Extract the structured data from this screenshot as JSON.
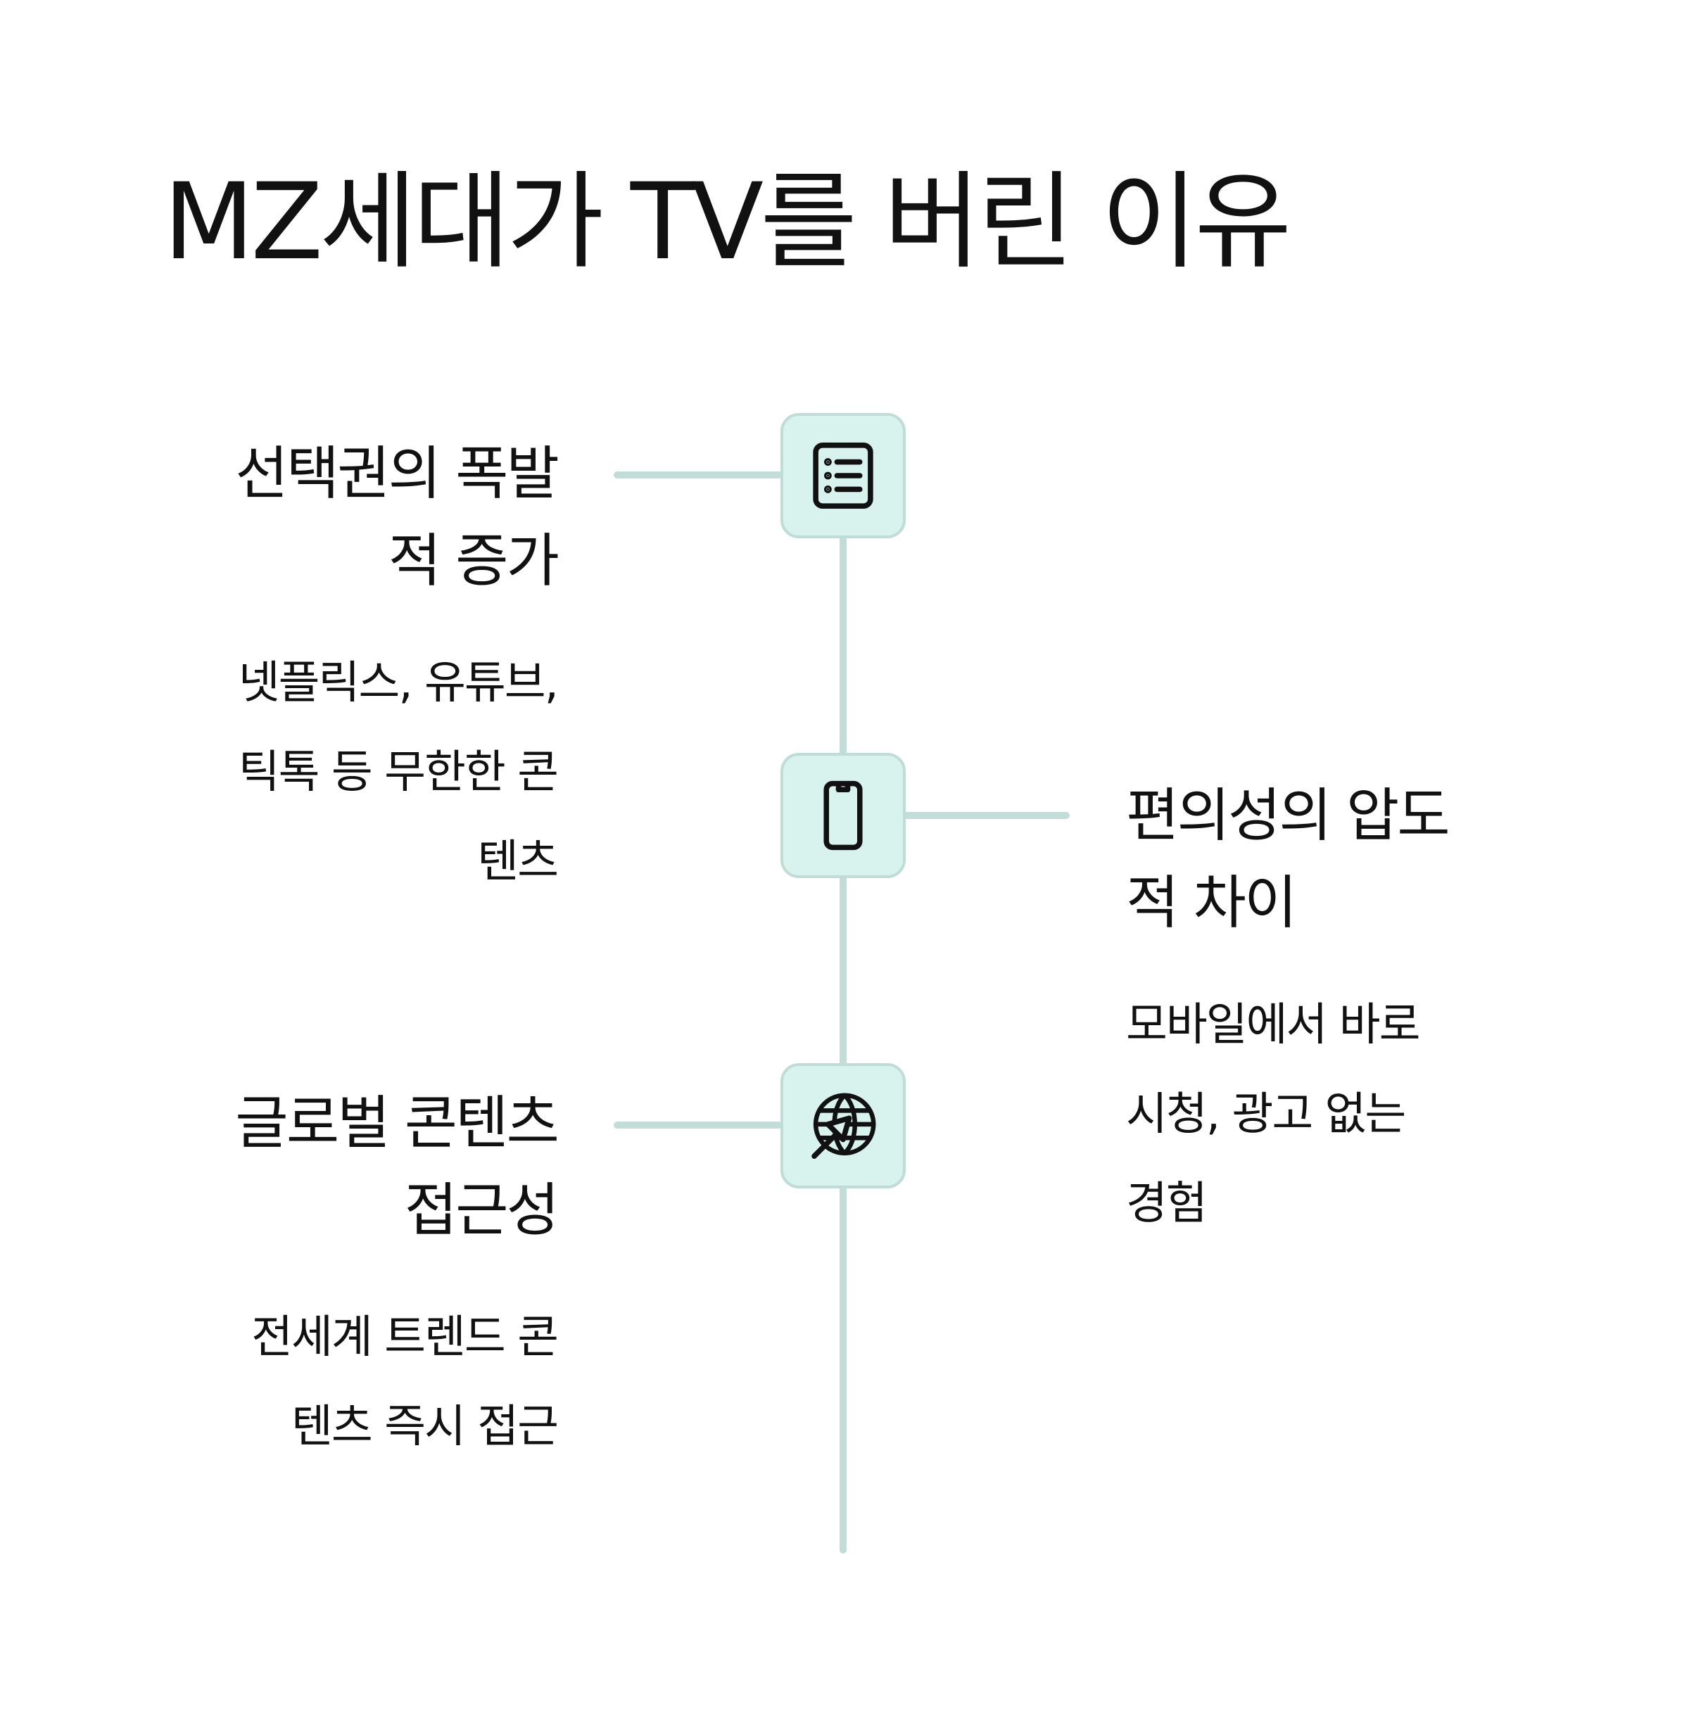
{
  "title": "MZ세대가 TV를 버린 이유",
  "items": [
    {
      "icon": "list-icon",
      "side": "left",
      "heading_lines": [
        "선택권의 폭발",
        "적 증가"
      ],
      "desc_lines": [
        "넷플릭스, 유튜브,",
        "틱톡 등 무한한 콘",
        "텐츠"
      ]
    },
    {
      "icon": "smartphone-icon",
      "side": "right",
      "heading_lines": [
        "편의성의 압도",
        "적 차이"
      ],
      "desc_lines": [
        "모바일에서 바로",
        "시청, 광고 없는",
        "경험"
      ]
    },
    {
      "icon": "globe-cursor-icon",
      "side": "left",
      "heading_lines": [
        "글로벌 콘텐츠",
        "접근성"
      ],
      "desc_lines": [
        "전세계 트렌드 콘",
        "텐츠 즉시 접근"
      ]
    }
  ],
  "colors": {
    "line": "#c2ddd8",
    "node_fill": "#d8f3ee",
    "node_border": "#c0dcd6",
    "text": "#111111"
  }
}
